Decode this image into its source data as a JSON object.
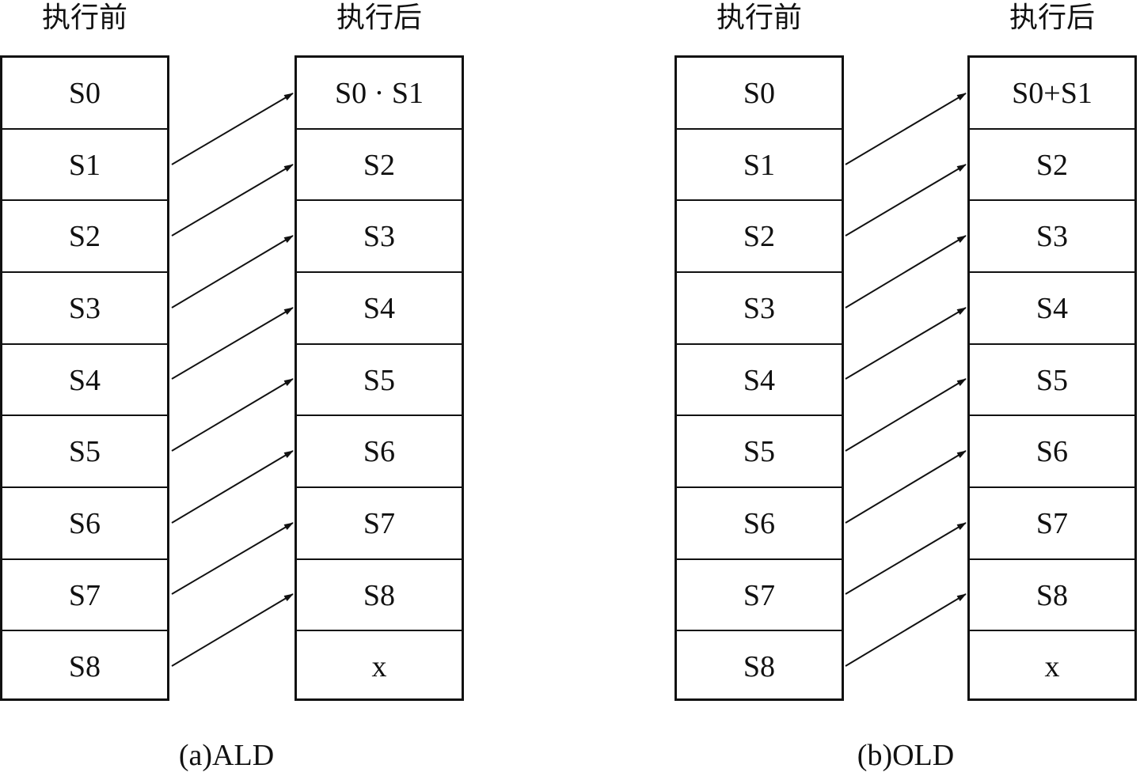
{
  "panels": [
    {
      "before_title": "执行前",
      "after_title": "执行后",
      "before_cells": [
        "S0",
        "S1",
        "S2",
        "S3",
        "S4",
        "S5",
        "S6",
        "S7",
        "S8"
      ],
      "after_cells": [
        "S0 · S1",
        "S2",
        "S3",
        "S4",
        "S5",
        "S6",
        "S7",
        "S8",
        "x"
      ],
      "caption": "(a)ALD"
    },
    {
      "before_title": "执行前",
      "after_title": "执行后",
      "before_cells": [
        "S0",
        "S1",
        "S2",
        "S3",
        "S4",
        "S5",
        "S6",
        "S7",
        "S8"
      ],
      "after_cells": [
        "S0+S1",
        "S2",
        "S3",
        "S4",
        "S5",
        "S6",
        "S7",
        "S8",
        "x"
      ],
      "caption": "(b)OLD"
    }
  ],
  "colors": {
    "line": "#111111",
    "background": "#ffffff"
  }
}
